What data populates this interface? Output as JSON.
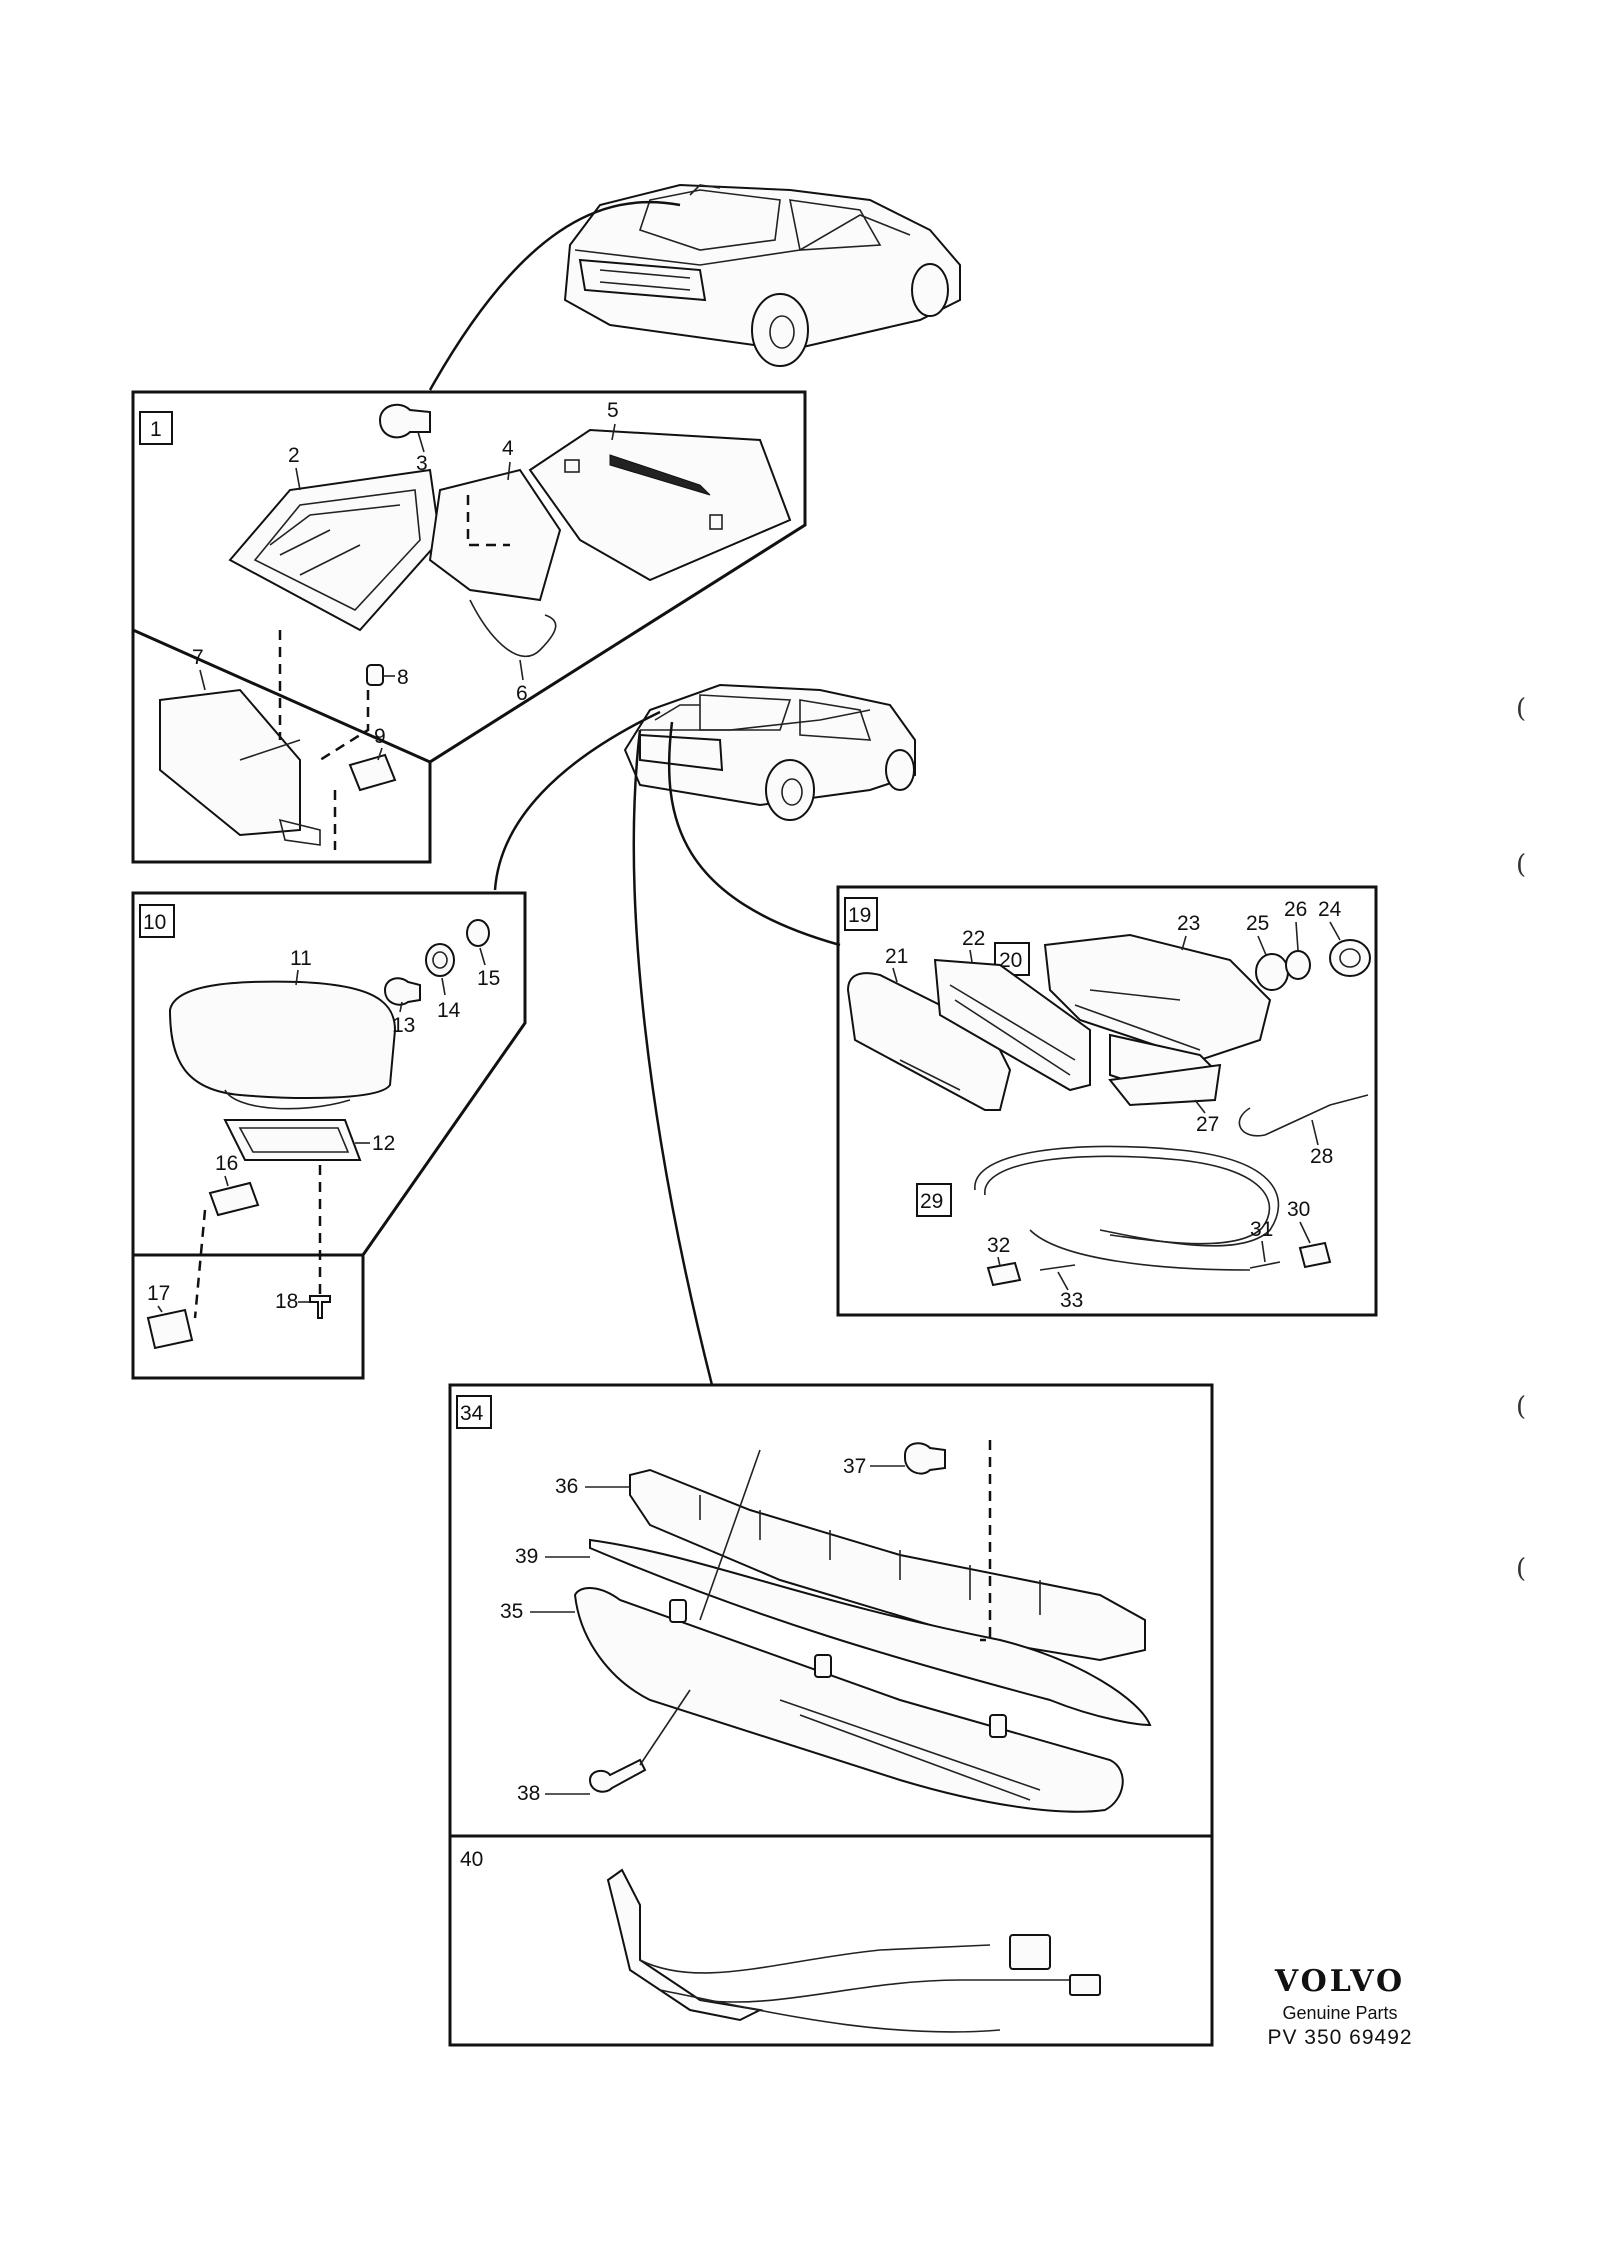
{
  "panels": [
    {
      "id": "1",
      "boxed": true
    },
    {
      "id": "10",
      "boxed": true
    },
    {
      "id": "19",
      "boxed": true
    },
    {
      "id": "20",
      "boxed": true
    },
    {
      "id": "29",
      "boxed": true
    },
    {
      "id": "34",
      "boxed": true
    },
    {
      "id": "40",
      "boxed": false
    }
  ],
  "callouts": [
    "2",
    "3",
    "4",
    "5",
    "6",
    "7",
    "8",
    "9",
    "11",
    "12",
    "13",
    "14",
    "15",
    "16",
    "17",
    "18",
    "21",
    "22",
    "23",
    "24",
    "25",
    "26",
    "27",
    "28",
    "30",
    "31",
    "32",
    "33",
    "35",
    "36",
    "37",
    "38",
    "39"
  ],
  "margin_marks": [
    "(",
    "(",
    "(",
    "("
  ],
  "brand": {
    "logo": "VOLVO",
    "subtitle": "Genuine Parts",
    "code": "PV 350 69492"
  }
}
